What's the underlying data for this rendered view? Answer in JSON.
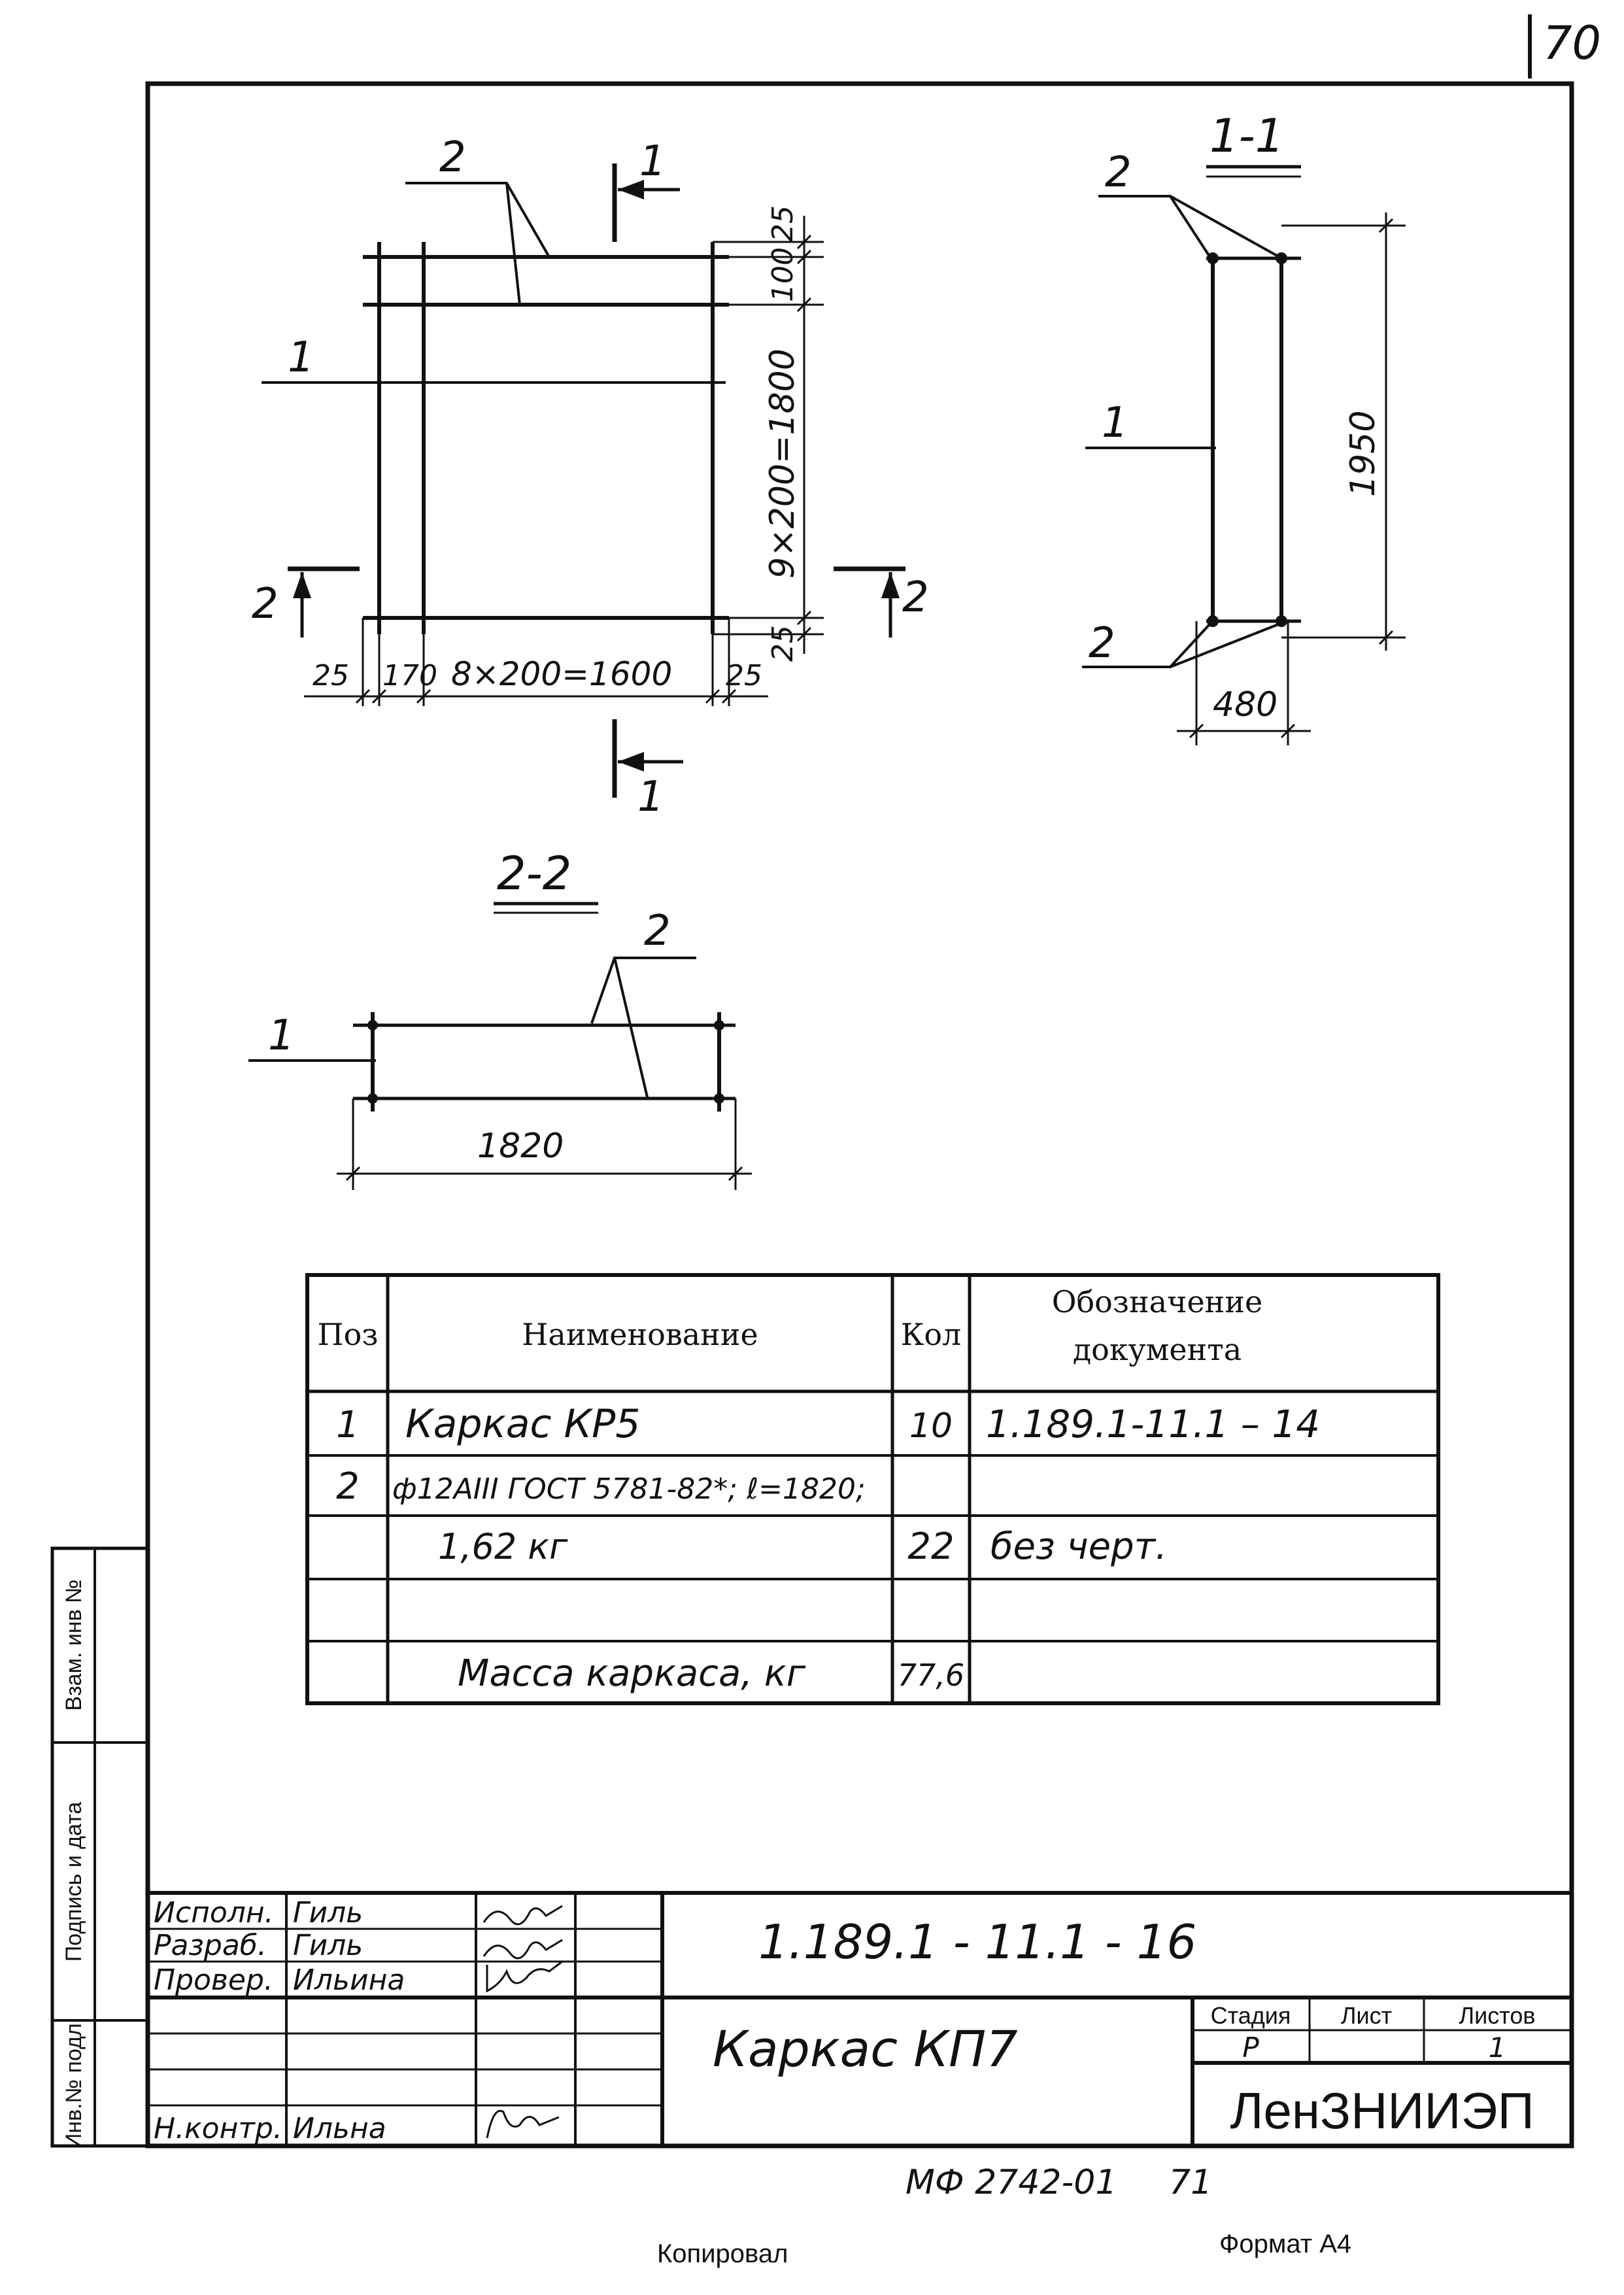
{
  "sheet_number": "70",
  "drawing": {
    "view_main": {
      "section_mark_top": "1",
      "section_mark_bottom": "1",
      "section_mark_left": "2",
      "section_mark_right": "2",
      "pos_label_top": "2",
      "pos_label_left": "1",
      "dim_top_offset": "25",
      "dim_top_step": "100",
      "dim_vertical": "9×200=1800",
      "dim_bottom_offset": "25",
      "dim_left_offset": "25",
      "dim_first_step": "170",
      "dim_horizontal": "8×200=1600",
      "dim_right_offset": "25"
    },
    "section_1_1": {
      "title": "1-1",
      "pos_label_top": "2",
      "pos_label_mid": "1",
      "pos_label_bottom": "2",
      "dim_height": "1950",
      "dim_width": "480"
    },
    "section_2_2": {
      "title": "2-2",
      "pos_label_top": "2",
      "pos_label_left": "1",
      "dim_length": "1820"
    }
  },
  "spec_table": {
    "headers": {
      "pos": "Поз",
      "name": "Наименование",
      "qty": "Кол",
      "doc_line1": "Обозначение",
      "doc_line2": "документа"
    },
    "rows": [
      {
        "pos": "1",
        "name": "Каркас КР5",
        "qty": "10",
        "doc": "1.189.1-11.1 – 14"
      },
      {
        "pos": "2",
        "name": "ф12АIII ГОСТ 5781-82*; ℓ=1820;",
        "qty": "",
        "doc": ""
      },
      {
        "pos": "",
        "name": "1,62 кг",
        "qty": "22",
        "doc": "без черт."
      },
      {
        "pos": "",
        "name": "",
        "qty": "",
        "doc": ""
      },
      {
        "pos": "",
        "name": "Масса каркаса, кг",
        "qty": "77,6",
        "doc": ""
      }
    ]
  },
  "side_stamp": {
    "col1": "Инв.№ подл.",
    "col2": "Подпись и дата",
    "col3": "Взам. инв №"
  },
  "title_block": {
    "roles": [
      {
        "role": "Исполн.",
        "name": "Гиль"
      },
      {
        "role": "Разраб.",
        "name": "Гиль"
      },
      {
        "role": "Провер.",
        "name": "Ильина"
      },
      {
        "role": "",
        "name": ""
      },
      {
        "role": "",
        "name": ""
      },
      {
        "role": "",
        "name": ""
      },
      {
        "role": "Н.контр.",
        "name": "Ильна"
      }
    ],
    "doc_code": "1.189.1 - 11.1 - 16",
    "item_title": "Каркас КП7",
    "stage_label": "Стадия",
    "sheet_label": "Лист",
    "sheets_label": "Листов",
    "stage_value": "Р",
    "sheet_value": "",
    "sheets_value": "1",
    "organization": "ЛенЗНИИЭП"
  },
  "footer": {
    "archive_code": "МФ 2742-01",
    "archive_num": "71",
    "copied_label": "Копировал",
    "format_label": "Формат А4"
  }
}
